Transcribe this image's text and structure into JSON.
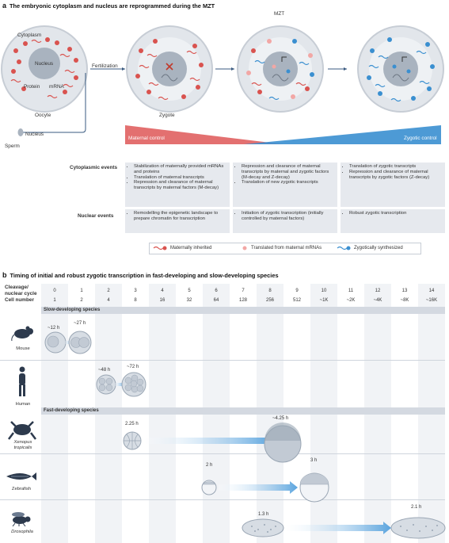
{
  "panel_a": {
    "letter": "a",
    "title": "The embryonic cytoplasm and nucleus are reprogrammed during the MZT",
    "cell1": {
      "cytoplasm": "Cytoplasm",
      "nucleus": "Nucleus",
      "protein": "Protein",
      "mrna": "mRNA",
      "caption": "Oocyte"
    },
    "fertilization": "Fertilization",
    "zygote": "Zygote",
    "mzt": "MZT",
    "sperm": "Sperm",
    "sperm_nucleus": "Nucleus",
    "maternal_control": "Maternal control",
    "zygotic_control": "Zygotic control",
    "cytoplasmic_label": "Cytoplasmic events",
    "nuclear_label": "Nuclear events",
    "cyto1": [
      "Stabilization of maternally provided mRNAs and proteins",
      "Translation of maternal transcripts",
      "Repression and clearance of maternal transcripts by maternal factors (M-decay)"
    ],
    "cyto2": [
      "Repression and clearance of maternal transcripts by maternal and zygotic factors (M-decay and Z-decay)",
      "Translation of new zygotic transcripts"
    ],
    "cyto3": [
      "Translation of zygotic transcripts",
      "Repression and clearance of maternal transcripts by zygotic factors (Z-decay)"
    ],
    "nuc1": [
      "Remodelling the epigenetic landscape to prepare chromatin for transcription"
    ],
    "nuc2": [
      "Initiation of zygotic transcription (initially controlled by maternal factors)"
    ],
    "nuc3": [
      "Robust zygotic transcription"
    ],
    "legend": {
      "maternal": "Maternally inherited",
      "translated": "Translated from maternal mRNAs",
      "zygotic": "Zygotically synthesized"
    },
    "colors": {
      "maternal": "#d9534f",
      "translated": "#f2a7a5",
      "zygotic": "#3a8fd0",
      "cell": "#dfe4ea",
      "nucleus": "#a9b3bf"
    }
  },
  "panel_b": {
    "letter": "b",
    "title": "Timing of initial and robust zygotic transcription in fast-developing and slow-developing species",
    "row1_label": "Cleavage/ nuclear cycle",
    "row2_label": "Cell number",
    "cycles": [
      "0",
      "1",
      "2",
      "3",
      "4",
      "5",
      "6",
      "7",
      "8",
      "9",
      "10",
      "11",
      "12",
      "13",
      "14"
    ],
    "cells": [
      "1",
      "2",
      "4",
      "8",
      "16",
      "32",
      "64",
      "128",
      "256",
      "512",
      "~1K",
      "~2K",
      "~4K",
      "~8K",
      "~16K"
    ],
    "slow_header": "Slow-developing species",
    "fast_header": "Fast-developing species",
    "species": [
      {
        "name": "Mouse",
        "t1": "~12 h",
        "t2": "~27 h"
      },
      {
        "name": "Human",
        "t1": "~48 h",
        "t2": "~72 h"
      },
      {
        "name": "Xenopus tropicalis",
        "t1": "2.25 h",
        "t2": "~4.25 h"
      },
      {
        "name": "Zebrafish",
        "t1": "2 h",
        "t2": "3 h"
      },
      {
        "name": "Drosophila",
        "t1": "1.3 h",
        "t2": "2.1 h"
      }
    ]
  }
}
